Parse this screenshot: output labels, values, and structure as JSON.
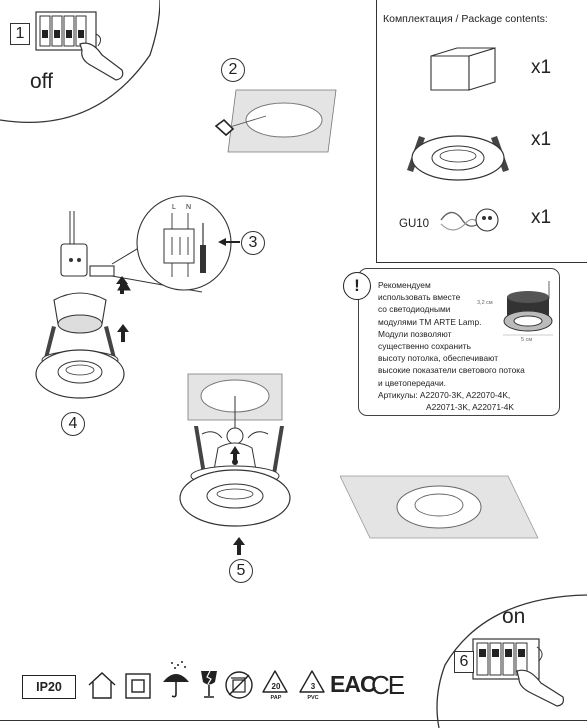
{
  "steps": {
    "s1": "1",
    "s2": "2",
    "s3": "3",
    "s4": "4",
    "s5": "5",
    "s6": "6"
  },
  "power": {
    "off_label": "off",
    "on_label": "on"
  },
  "package": {
    "title": "Комплектация / Package contents:",
    "gu10_label": "GU10",
    "qty_box": "x1",
    "qty_frame": "x1",
    "qty_socket": "x1"
  },
  "wiring": {
    "l_label": "L",
    "n_label": "N"
  },
  "note": {
    "alert_symbol": "!",
    "line1": "Рекомендуем",
    "line2": "использовать вместе",
    "line3": "со светодиодными",
    "line4": "модулями ТМ ARTE Lamp.",
    "line5": "Модули позволяют",
    "line6": "существенно сохранить",
    "line7": "высоту потолка, обеспечивают",
    "line8": "высокие показатели светового потока",
    "line9": "и цветопередачи.",
    "line10": "Артикулы: A22070-3K, A22070-4K,",
    "line11": "A22071-3K, A22071-4K",
    "dim_height": "3,2 см",
    "dim_width": "5 см"
  },
  "footer": {
    "ip_rating": "IP20",
    "pap_number": "20",
    "pap_label": "PAP",
    "pvc_number": "3",
    "pvc_label": "PVC",
    "eac_mark": "EAC",
    "ce_mark": "CE"
  },
  "icons": [
    "house-icon",
    "class-ii-icon",
    "umbrella-rain-icon",
    "broken-glass-icon",
    "no-household-waste-icon",
    "recycle-pap-icon",
    "recycle-pvc-icon",
    "eac-icon",
    "ce-icon"
  ]
}
